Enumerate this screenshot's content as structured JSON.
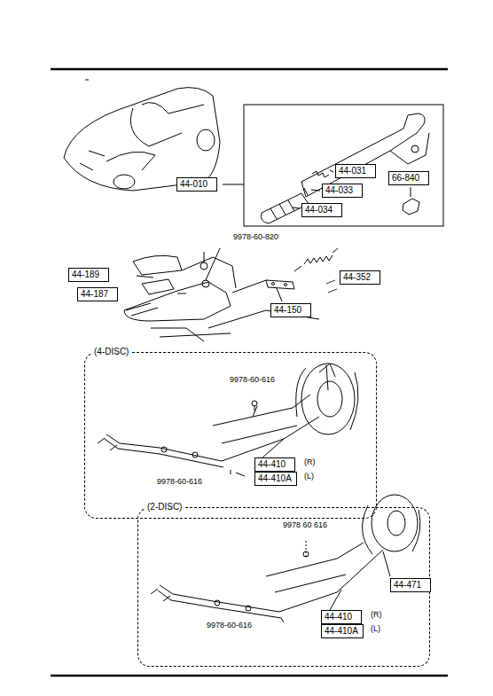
{
  "diagram": {
    "nodes": [
      {
        "text": [
          "44-010"
        ]
      },
      {
        "text": [
          "44-031"
        ]
      },
      {
        "text": [
          "44-033"
        ]
      },
      {
        "text": [
          "44-034"
        ]
      },
      {
        "text": [
          "66-840"
        ]
      },
      {
        "text": [
          "44-189"
        ]
      },
      {
        "text": [
          "44-187"
        ]
      },
      {
        "text": [
          "44-352"
        ]
      },
      {
        "text": [
          "44-150"
        ]
      },
      {
        "text": [
          "(4-DISC)"
        ]
      },
      {
        "text": [
          "44-410"
        ],
        "in": 9
      },
      {
        "text": [
          "44-410A"
        ],
        "in": 9
      },
      {
        "text": [
          "(2-DISC)"
        ]
      },
      {
        "text": [
          "44-471"
        ],
        "in": 12
      },
      {
        "text": [
          "44-410"
        ],
        "in": 12
      },
      {
        "text": [
          "44-410A"
        ],
        "in": 12
      }
    ],
    "labels": [
      "9978-60-820",
      "9978-60-616",
      "(R)",
      "(L)",
      "9978-60-616",
      "9978 60 616",
      "(R)",
      "(L)",
      "9978-60-616"
    ]
  }
}
